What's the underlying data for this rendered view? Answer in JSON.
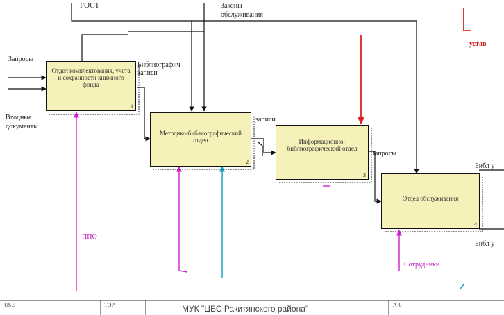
{
  "labels": {
    "gost": "ГОСТ",
    "zakony_1": "Законы",
    "zakony_2": "обслуживания",
    "zapros_in": "Запросы",
    "dokumenty_1": "Входные",
    "dokumenty_2": "документы",
    "bibl_1": "Библиографич",
    "bibl_2": "записи",
    "zapisi": "записи",
    "zaprosy": "Запросы",
    "ustav": "устав",
    "bibl_u_top": "Библ у",
    "bibl_u_bottom": "Библ у",
    "ppo": "ППО",
    "sotrudniki": "Сотрудники"
  },
  "boxes": [
    {
      "title": "Отдел комплектования, учета и сохранности книжного фонда",
      "num": "1"
    },
    {
      "title": "Методико-библиографический отдел",
      "num": "2"
    },
    {
      "title": "Информационно-библиографический отдел",
      "num": "3"
    },
    {
      "title": "Отдел обслуживания",
      "num": "4"
    }
  ],
  "footer": {
    "cell1": "USE",
    "cell2": "TOP",
    "title": "МУК \"ЦБС Ракитянского района\"",
    "cell4": "A-0"
  }
}
